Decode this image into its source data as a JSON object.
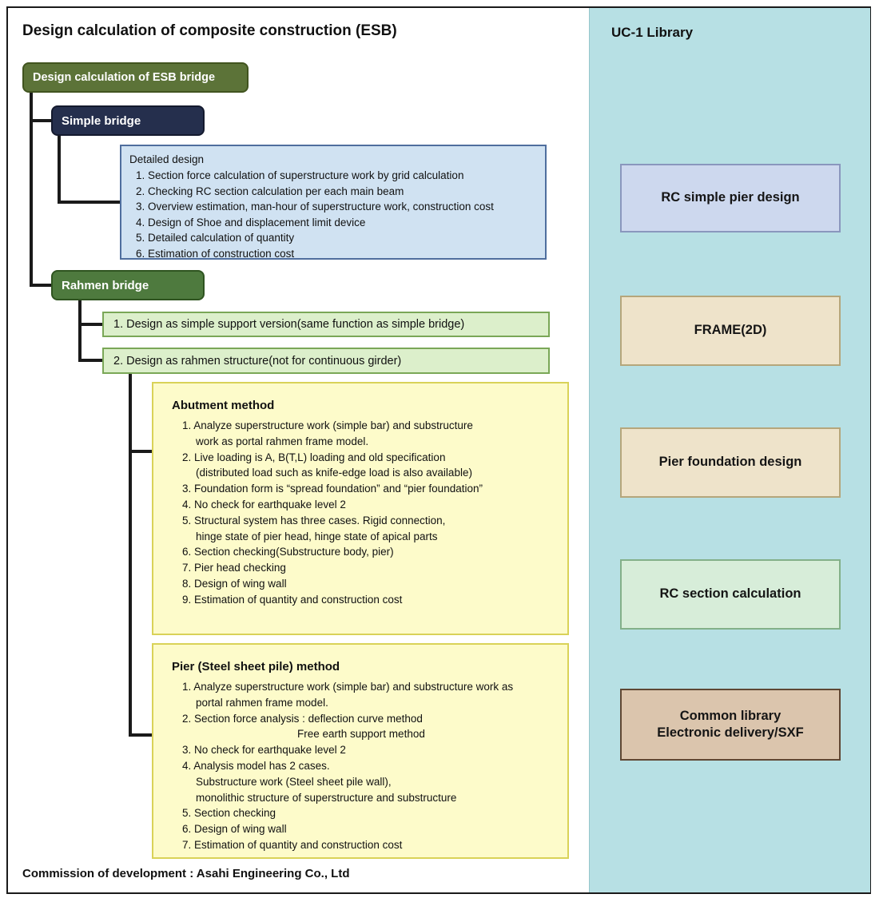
{
  "page": {
    "title": "Design calculation of composite construction (ESB)",
    "footer": "Commission of development :  Asahi Engineering Co., Ltd"
  },
  "tree": {
    "root_label": "Design calculation of ESB bridge",
    "simple_bridge": {
      "label": "Simple bridge",
      "detail_title": "Detailed design",
      "detail_items": [
        "1. Section force calculation of superstructure work by grid calculation",
        "2. Checking RC section calculation per each main beam",
        "3. Overview estimation, man-hour of superstructure work, construction cost",
        "4. Design of Shoe and displacement limit device",
        "5. Detailed calculation of quantity",
        "6. Estimation of construction cost"
      ]
    },
    "rahmen_bridge": {
      "label": "Rahmen bridge",
      "option1": "1. Design as simple support version(same function as simple bridge)",
      "option2": "2. Design as rahmen structure(not for continuous girder)",
      "abutment_method": {
        "title": "Abutment method",
        "lines": [
          {
            "t": "1. Analyze superstructure work (simple bar) and substructure",
            "i": 1
          },
          {
            "t": "work as portal rahmen frame model.",
            "i": 2
          },
          {
            "t": "2. Live loading is A, B(T,L) loading and old specification",
            "i": 1
          },
          {
            "t": "(distributed load such as knife-edge load is also available)",
            "i": 2
          },
          {
            "t": "3. Foundation form is “spread foundation” and “pier foundation”",
            "i": 1
          },
          {
            "t": "4. No check for earthquake level 2",
            "i": 1
          },
          {
            "t": "5. Structural system has three cases. Rigid connection,",
            "i": 1
          },
          {
            "t": "hinge state of pier head, hinge state of apical parts",
            "i": 2
          },
          {
            "t": "6. Section checking(Substructure body, pier)",
            "i": 1
          },
          {
            "t": "7. Pier head checking",
            "i": 1
          },
          {
            "t": "8. Design of wing wall",
            "i": 1
          },
          {
            "t": "9. Estimation of quantity and construction cost",
            "i": 1
          }
        ]
      },
      "pier_method": {
        "title": "Pier (Steel sheet pile) method",
        "lines": [
          {
            "t": "1. Analyze superstructure work (simple bar) and substructure work as",
            "i": 1
          },
          {
            "t": "portal rahmen frame model.",
            "i": 2
          },
          {
            "t": "2. Section force analysis : deflection curve method",
            "i": 1
          },
          {
            "t": "Free earth support method",
            "i": 3
          },
          {
            "t": "3. No check for earthquake level 2",
            "i": 1
          },
          {
            "t": "4. Analysis model has 2 cases.",
            "i": 1
          },
          {
            "t": "Substructure work (Steel sheet pile wall),",
            "i": 2
          },
          {
            "t": "monolithic structure of superstructure and substructure",
            "i": 2
          },
          {
            "t": "5. Section checking",
            "i": 1
          },
          {
            "t": "6. Design of wing wall",
            "i": 1
          },
          {
            "t": "7. Estimation of quantity and construction cost",
            "i": 1
          }
        ]
      }
    }
  },
  "library": {
    "title": "UC-1 Library",
    "panel_color": "#b7e0e4",
    "boxes": [
      {
        "lines": [
          "RC simple pier design"
        ],
        "bg": "#cdd8ee",
        "border": "#8a97bd"
      },
      {
        "lines": [
          "FRAME(2D)"
        ],
        "bg": "#eee3ca",
        "border": "#b5a67b"
      },
      {
        "lines": [
          "Pier foundation design"
        ],
        "bg": "#eee3ca",
        "border": "#b5a67b"
      },
      {
        "lines": [
          "RC section calculation"
        ],
        "bg": "#d7edd9",
        "border": "#83b089"
      },
      {
        "lines": [
          "Common library",
          "Electronic delivery/SXF"
        ],
        "bg": "#dbc5ad",
        "border": "#5f4733"
      }
    ]
  },
  "colors": {
    "root_box_bg": "#5c7338",
    "simple_box_bg": "#252f4d",
    "rahmen_box_bg": "#4e7a3e",
    "detail_box_bg": "#d0e2f2",
    "option_box_bg": "#dcefcb",
    "method_box_bg": "#fdfbca",
    "connector": "#1a1a1a"
  }
}
